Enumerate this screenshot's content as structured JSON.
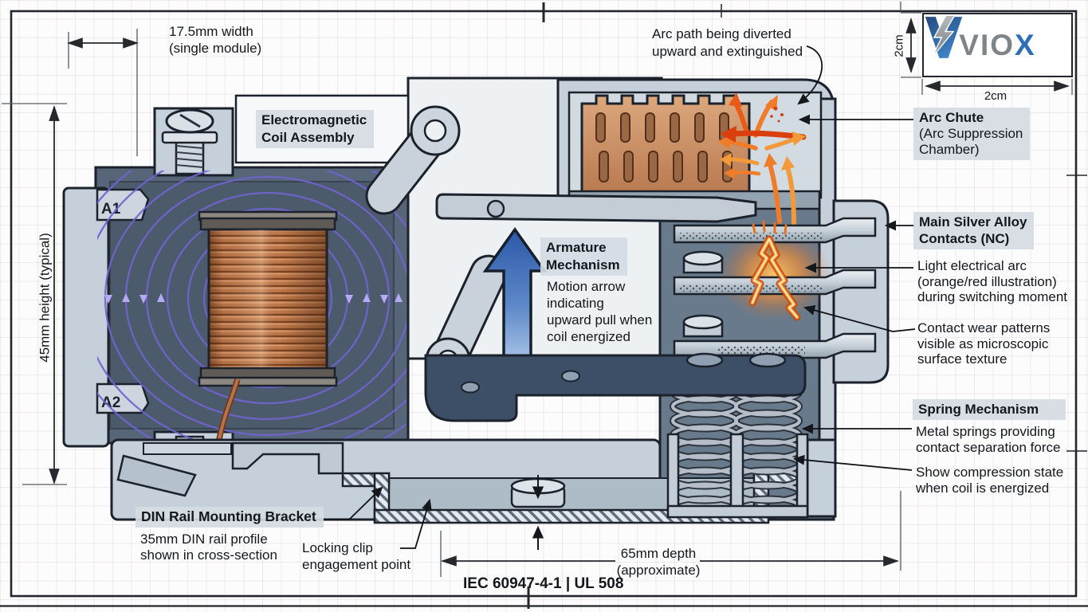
{
  "sheet": {
    "standards_note": "IEC 60947-4-1 | UL 508"
  },
  "logo": {
    "brand_gray": "VIO",
    "brand_blue": "X",
    "box_height_dim": "2cm",
    "box_width_dim": "2cm"
  },
  "dimensions": {
    "width_lines": [
      "17.5mm width",
      "(single module)"
    ],
    "height_label": "45mm height (typical)",
    "depth_lines": [
      "65mm depth",
      "(approximate)"
    ]
  },
  "device": {
    "terminal_top_label": "A1",
    "terminal_bottom_label": "A2"
  },
  "annotations": {
    "coil_lines": [
      "Electromagnetic",
      "Coil Assembly"
    ],
    "armature_title_lines": [
      "Armature",
      "Mechanism"
    ],
    "armature_desc_lines": [
      "Motion arrow",
      "indicating",
      "upward pull when",
      "coil energized"
    ],
    "arc_path_lines": [
      "Arc path being diverted",
      "upward and extinguished"
    ],
    "arc_chute_title": "Arc Chute",
    "arc_chute_desc_lines": [
      "(Arc Suppression",
      "Chamber)"
    ],
    "contacts_title_lines": [
      "Main Silver Alloy",
      "Contacts (NC)"
    ],
    "light_arc_lines": [
      "Light electrical arc",
      "(orange/red illustration)",
      "during switching moment"
    ],
    "wear_lines": [
      "Contact wear patterns",
      "visible as microscopic",
      "surface texture"
    ],
    "spring_title": "Spring Mechanism",
    "spring_desc_lines": [
      "Metal springs providing",
      "contact separation force"
    ],
    "compression_lines": [
      "Show compression state",
      "when coil is energized"
    ],
    "din_title": "DIN Rail Mounting Bracket",
    "din_desc_lines": [
      "35mm DIN rail profile",
      "shown in cross-section"
    ],
    "clip_lines": [
      "Locking clip",
      "engagement point"
    ]
  },
  "colors": {
    "copper_coil": "#c07c4e",
    "arc_orange": "#e8601e",
    "field_purple": "#7163cf",
    "motion_arrow_blue": "#2f5fae",
    "brand_blue": "#2f6db6",
    "brand_gray": "#7f8489",
    "housing": "#c6d0da",
    "label_box_bg": "#d5dbe2"
  }
}
